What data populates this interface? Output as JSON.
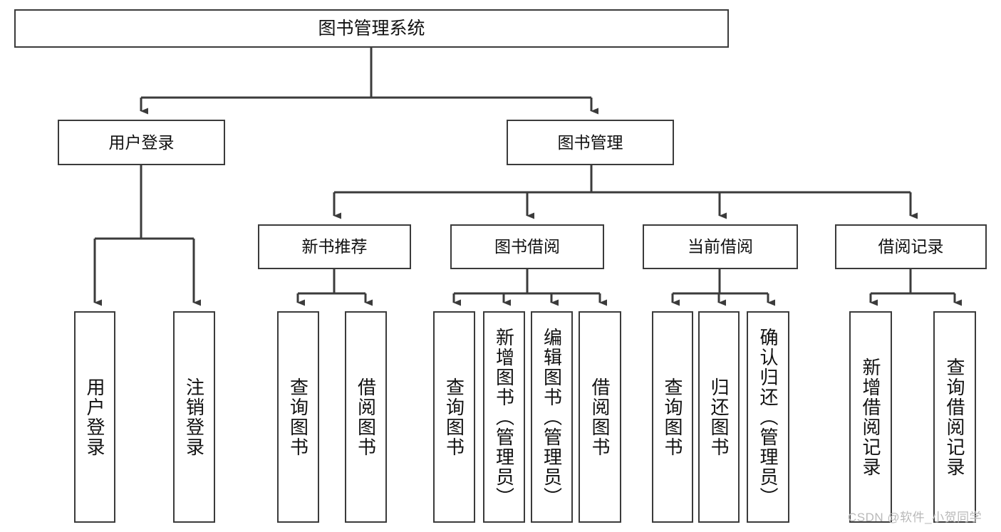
{
  "diagram": {
    "type": "tree",
    "title": "图书管理系统",
    "watermark": "CSDN @软件_小贺同学",
    "colors": {
      "border": "#3b3b3b",
      "background": "#ffffff",
      "text": "#111111",
      "watermark": "#b9b9b9"
    },
    "root": {
      "label": "图书管理系统"
    },
    "level2": [
      {
        "label": "用户登录"
      },
      {
        "label": "图书管理"
      }
    ],
    "level3": [
      {
        "label": "新书推荐"
      },
      {
        "label": "图书借阅"
      },
      {
        "label": "当前借阅"
      },
      {
        "label": "借阅记录"
      }
    ],
    "leaves": {
      "user_login": [
        {
          "label": "用户登录"
        },
        {
          "label": "注销登录"
        }
      ],
      "new_book_recommend": [
        {
          "label": "查询图书"
        },
        {
          "label": "借阅图书"
        }
      ],
      "book_borrow": [
        {
          "label": "查询图书"
        },
        {
          "label": "新增图书（管理员）"
        },
        {
          "label": "编辑图书（管理员）"
        },
        {
          "label": "借阅图书"
        }
      ],
      "current_borrow": [
        {
          "label": "查询图书"
        },
        {
          "label": "归还图书"
        },
        {
          "label": "确认归还（管理员）"
        }
      ],
      "borrow_record": [
        {
          "label": "新增借阅记录"
        },
        {
          "label": "查询借阅记录"
        }
      ]
    }
  }
}
